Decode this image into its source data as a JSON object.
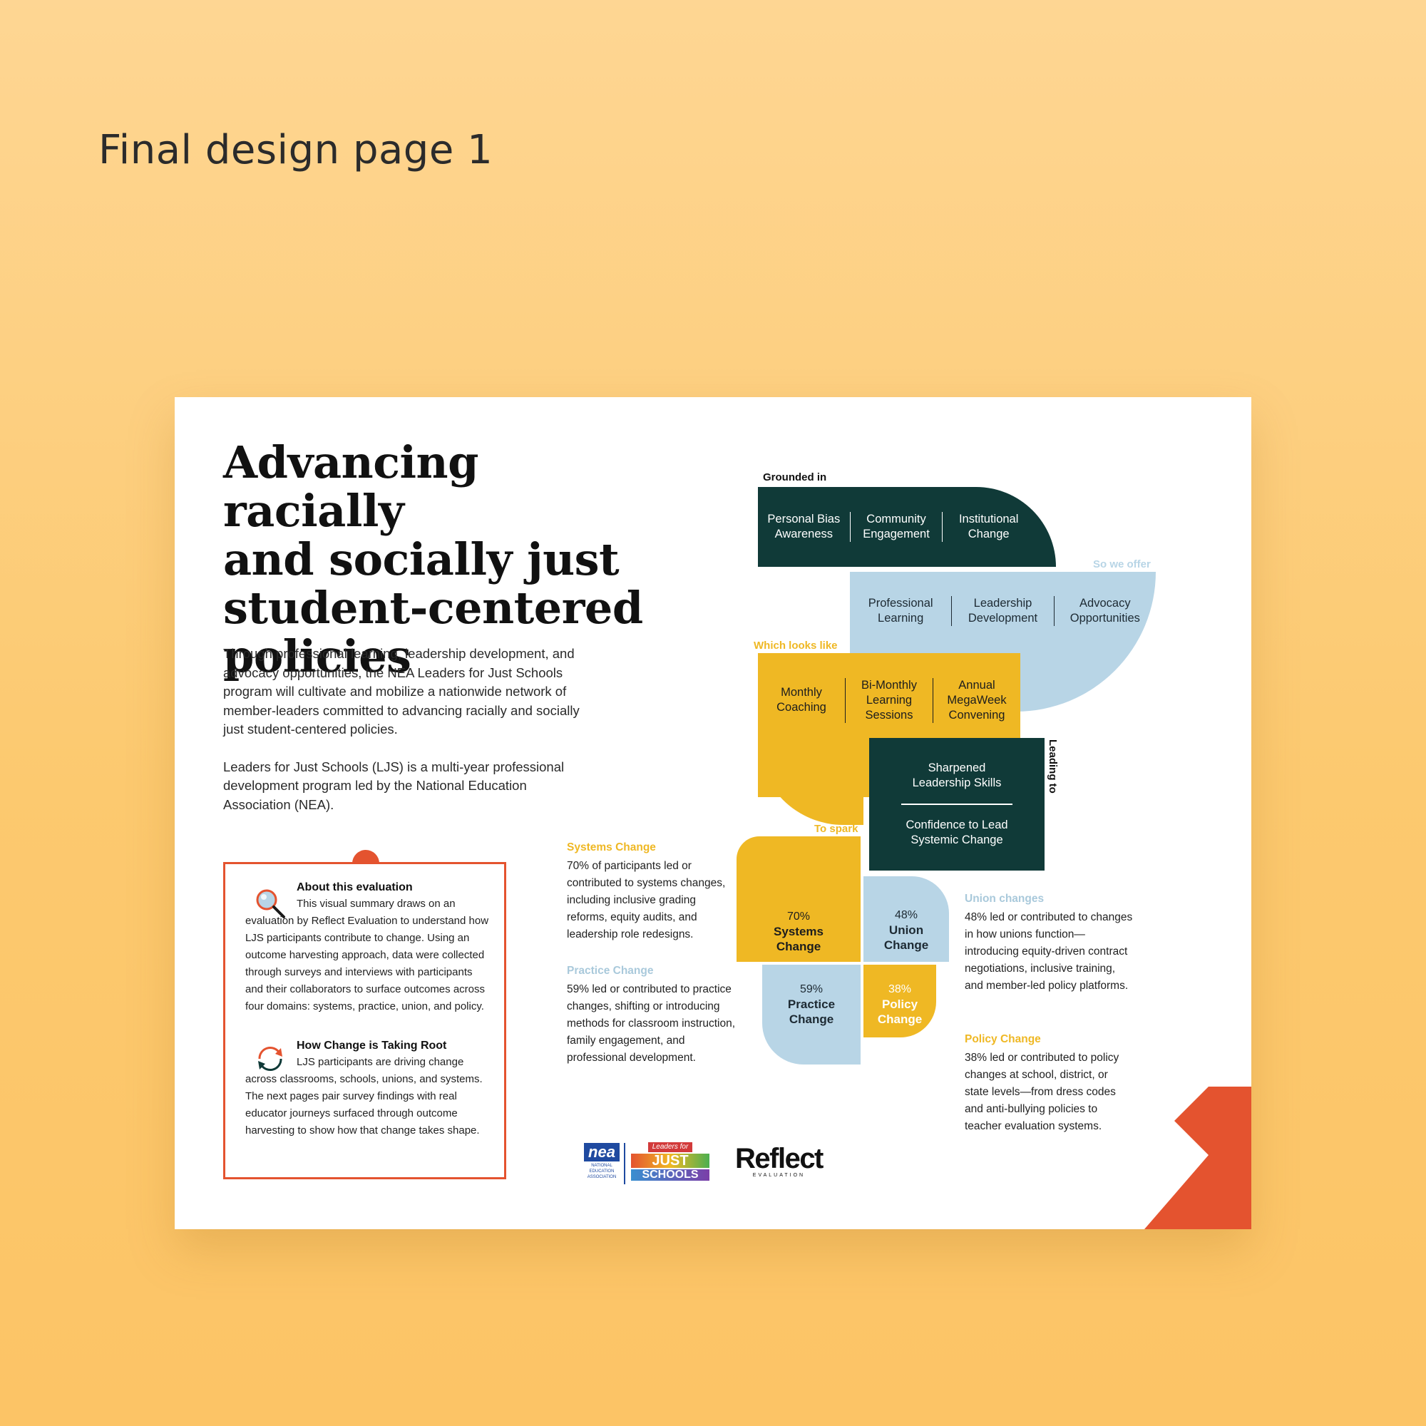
{
  "caption": "Final design page 1",
  "title_lines": [
    "Advancing racially",
    "and socially just",
    "student-centered",
    "policies"
  ],
  "intro": [
    "Through professional learning, leadership development, and advocacy opportunities, the NEA Leaders for Just Schools program will cultivate and mobilize a nationwide network of member-leaders committed to advancing racially and socially just student-centered policies.",
    "Leaders for Just Schools (LJS) is a multi-year professional development program led by the National Education Association (NEA)."
  ],
  "evaluation": {
    "heading": "About this evaluation",
    "text": "This visual summary draws on an evaluation by Reflect Evaluation to understand how LJS participants contribute to change. Using an outcome harvesting approach, data were collected through surveys and interviews with participants and their collaborators to surface outcomes across four domains: systems, practice, union, and policy.",
    "change_heading": "How Change is Taking Root",
    "change_text": "LJS participants are driving change across classrooms, schools, unions, and systems. The next pages pair survey findings with real educator journeys surfaced through outcome harvesting to show how that change takes shape."
  },
  "diagram": {
    "grounded_label": "Grounded in",
    "grounded": [
      "Personal Bias Awareness",
      "Community Engagement",
      "Institutional Change"
    ],
    "offer_label": "So we offer",
    "offer": [
      "Professional Learning",
      "Leadership Development",
      "Advocacy Opportunities"
    ],
    "looks_label": "Which looks like",
    "looks": [
      "Monthly Coaching",
      "Bi-Monthly Learning Sessions",
      "Annual MegaWeek Convening"
    ],
    "leading_label": "Leading to",
    "leading": [
      "Sharpened Leadership Skills",
      "Confidence to Lead Systemic Change"
    ],
    "spark_label": "To spark",
    "quad": [
      {
        "pct": "70%",
        "name": "Systems Change"
      },
      {
        "pct": "48%",
        "name": "Union Change"
      },
      {
        "pct": "59%",
        "name": "Practice Change"
      },
      {
        "pct": "38%",
        "name": "Policy Change"
      }
    ]
  },
  "outcomes": {
    "systems": {
      "heading": "Systems Change",
      "text": "70% of participants led or contributed to systems changes, including inclusive grading reforms, equity audits, and leadership role redesigns."
    },
    "practice": {
      "heading": "Practice  Change",
      "text": "59% led or contributed to practice changes, shifting or introducing methods for classroom instruction, family engagement, and professional development."
    },
    "union": {
      "heading": "Union  changes",
      "text": "48% led or contributed to changes in how unions function—introducing equity-driven contract negotiations, inclusive training, and member-led policy platforms."
    },
    "policy": {
      "heading": "Policy Change",
      "text": "38% led or contributed to policy changes at school, district, or state levels—from dress codes and anti-bullying policies to teacher evaluation systems."
    }
  },
  "logos": {
    "nea": "nea",
    "nea_sub": "NATIONAL EDUCATION ASSOCIATION",
    "ljs_top": "Leaders for",
    "ljs_mid": "JUST",
    "ljs_bot": "SCHOOLS",
    "reflect": "Reflect",
    "reflect_sub": "EVALUATION"
  },
  "colors": {
    "dark": "#103a38",
    "light_blue": "#b8d5e6",
    "gold": "#efb824",
    "orange": "#e4532f"
  }
}
